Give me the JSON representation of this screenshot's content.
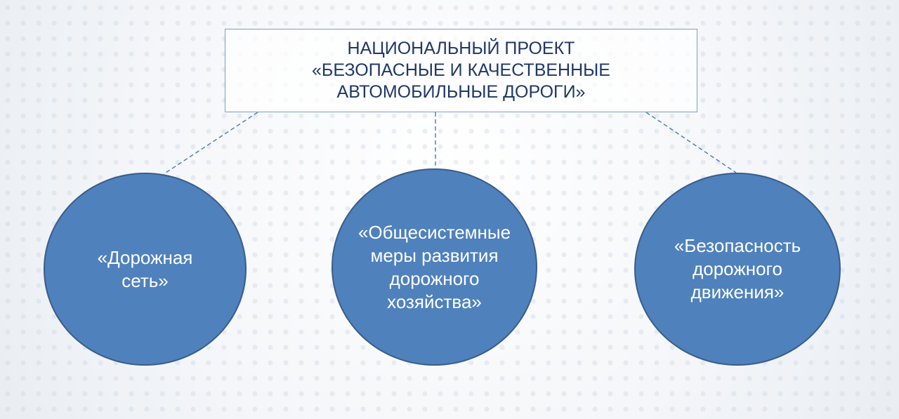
{
  "header": {
    "lines": [
      "НАЦИОНАЛЬНЫЙ ПРОЕКТ",
      "«БЕЗОПАСНЫЕ И КАЧЕСТВЕННЫЕ",
      "АВТОМОБИЛЬНЫЕ ДОРОГИ»"
    ]
  },
  "nodes": [
    {
      "lines": [
        "«Дорожная",
        "сеть»"
      ]
    },
    {
      "lines": [
        "«Общесистемные",
        "меры развития",
        "дорожного",
        "хозяйства»"
      ]
    },
    {
      "lines": [
        "«Безопасность",
        "дорожного",
        "движения»"
      ]
    }
  ],
  "colors": {
    "circle_fill": "#4f81bd",
    "title_text": "#1f3864",
    "connector": "#4f81bd"
  }
}
